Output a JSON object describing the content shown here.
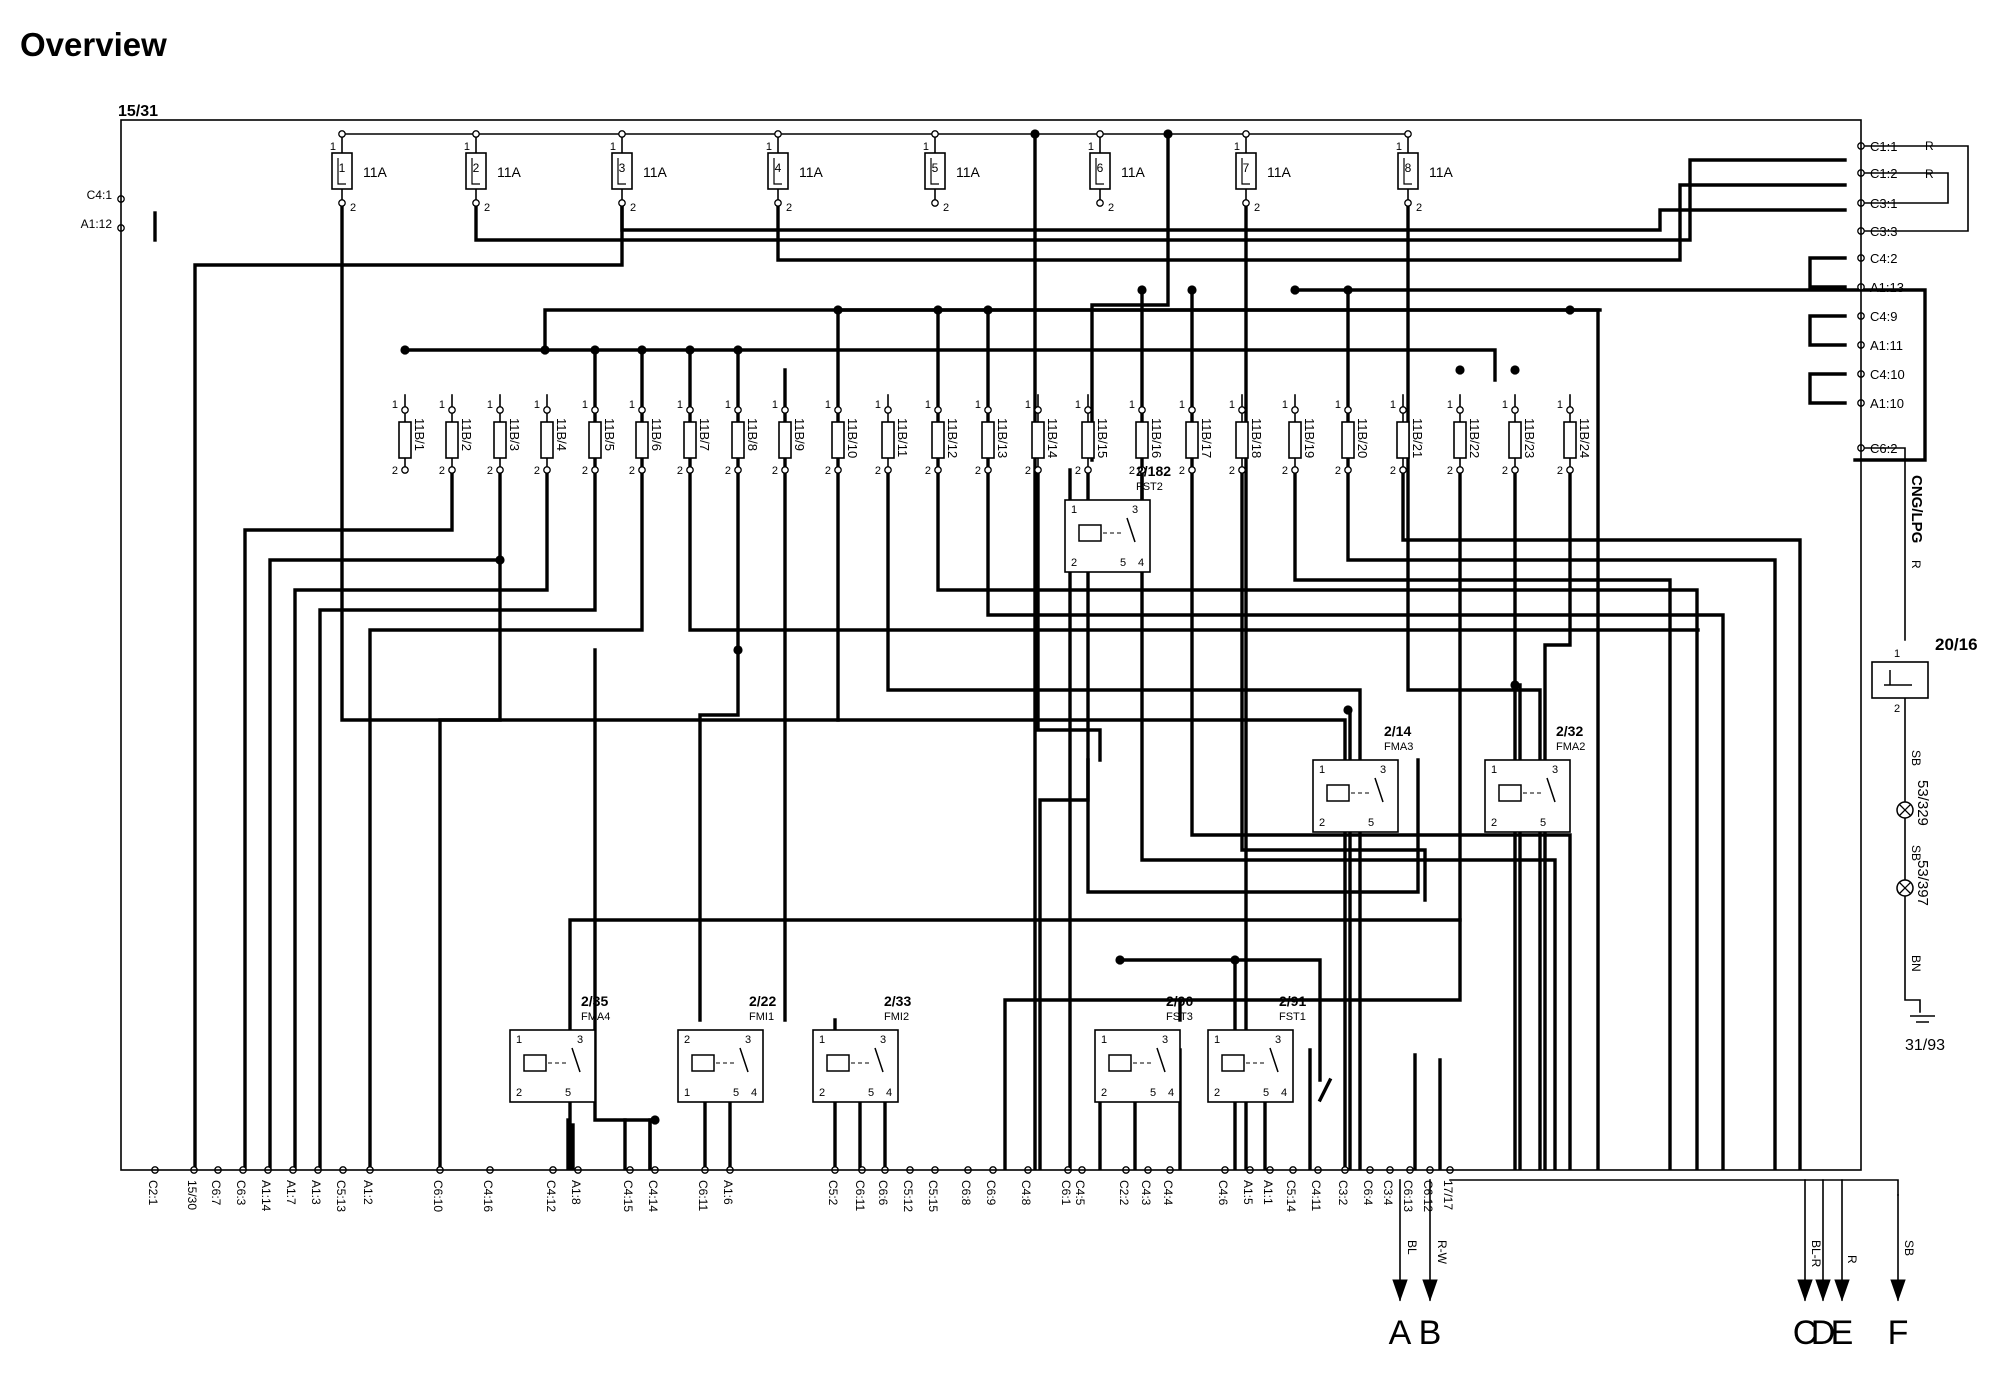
{
  "page": {
    "title": "Overview"
  },
  "box_label": "15/31",
  "fuses_top": [
    {
      "num": "1",
      "rating": "11A",
      "p1": "1",
      "p2": "2"
    },
    {
      "num": "2",
      "rating": "11A",
      "p1": "1",
      "p2": "2"
    },
    {
      "num": "3",
      "rating": "11A",
      "p1": "1",
      "p2": "2"
    },
    {
      "num": "4",
      "rating": "11A",
      "p1": "1",
      "p2": "2"
    },
    {
      "num": "5",
      "rating": "11A",
      "p1": "1",
      "p2": "2"
    },
    {
      "num": "6",
      "rating": "11A",
      "p1": "1",
      "p2": "2"
    },
    {
      "num": "7",
      "rating": "11A",
      "p1": "1",
      "p2": "2"
    },
    {
      "num": "8",
      "rating": "11A",
      "p1": "1",
      "p2": "2"
    }
  ],
  "fuses_row": [
    "11B/1",
    "11B/2",
    "11B/3",
    "11B/4",
    "11B/5",
    "11B/6",
    "11B/7",
    "11B/8",
    "11B/9",
    "11B/10",
    "11B/11",
    "11B/12",
    "11B/13",
    "11B/14",
    "11B/15",
    "11B/16",
    "11B/17",
    "11B/18",
    "11B/19",
    "11B/20",
    "11B/21",
    "11B/22",
    "11B/23",
    "11B/24"
  ],
  "fuse_pins": {
    "top": "1",
    "bottom": "2"
  },
  "relays": [
    {
      "id": "2/182",
      "name": "FST2",
      "pins": [
        "1",
        "3",
        "2",
        "5",
        "4"
      ]
    },
    {
      "id": "2/14",
      "name": "FMA3",
      "pins": [
        "1",
        "3",
        "2",
        "5"
      ]
    },
    {
      "id": "2/32",
      "name": "FMA2",
      "pins": [
        "1",
        "3",
        "2",
        "5"
      ]
    },
    {
      "id": "2/35",
      "name": "FMA4",
      "pins": [
        "1",
        "3",
        "2",
        "5"
      ]
    },
    {
      "id": "2/22",
      "name": "FMI1",
      "pins": [
        "2",
        "3",
        "1",
        "5",
        "4"
      ]
    },
    {
      "id": "2/33",
      "name": "FMI2",
      "pins": [
        "1",
        "3",
        "2",
        "5",
        "4"
      ]
    },
    {
      "id": "2/90",
      "name": "FST3",
      "pins": [
        "1",
        "3",
        "2",
        "5",
        "4"
      ]
    },
    {
      "id": "2/91",
      "name": "FST1",
      "pins": [
        "1",
        "3",
        "2",
        "5",
        "4"
      ]
    }
  ],
  "right_connectors": [
    "C1:1",
    "C1:2",
    "C3:1",
    "C3:3",
    "C4:2",
    "A1:13",
    "C4:9",
    "A1:11",
    "C4:10",
    "A1:10",
    "C6:2"
  ],
  "right_wire_colors": {
    "c11": "R",
    "c12": "R"
  },
  "left_connectors": [
    "C4:1",
    "A1:12"
  ],
  "bottom_connectors": [
    "C2:1",
    "15/30",
    "C6:7",
    "C6:3",
    "A1:14",
    "A1:7",
    "A1:3",
    "C5:13",
    "A1:2",
    "C6:10",
    "C4:16",
    "C4:12",
    "A1:8",
    "C4:15",
    "C4:14",
    "C6:11",
    "A1:6",
    "C5:2",
    "C6:11",
    "C6:6",
    "C5:12",
    "C5:15",
    "C6:8",
    "C6:9",
    "C4:8",
    "C6:1",
    "C4:5",
    "C2:2",
    "C4:3",
    "C4:4",
    "C4:6",
    "A1:5",
    "A1:1",
    "C5:14",
    "C4:11",
    "C3:2",
    "C6:4",
    "C3:4",
    "C6:13",
    "C6:12",
    "17/17"
  ],
  "bottom_wire_colors": {
    "c43": "BL",
    "c44": "R-W",
    "c613": "BL-R",
    "c612": "R",
    "f": "SB"
  },
  "output_arrows": [
    "A",
    "B",
    "C",
    "D",
    "E",
    "F"
  ],
  "cng": {
    "label": "CNG/LPG",
    "wire1": "R",
    "component": "20/16",
    "pin1": "1",
    "pin2": "2",
    "wire2": "SB",
    "lamp1": "53/329",
    "wire3": "SB",
    "lamp2": "53/397",
    "wire4": "BN",
    "ground": "31/93"
  },
  "colors": {
    "line": "#000000",
    "background": "#ffffff"
  }
}
